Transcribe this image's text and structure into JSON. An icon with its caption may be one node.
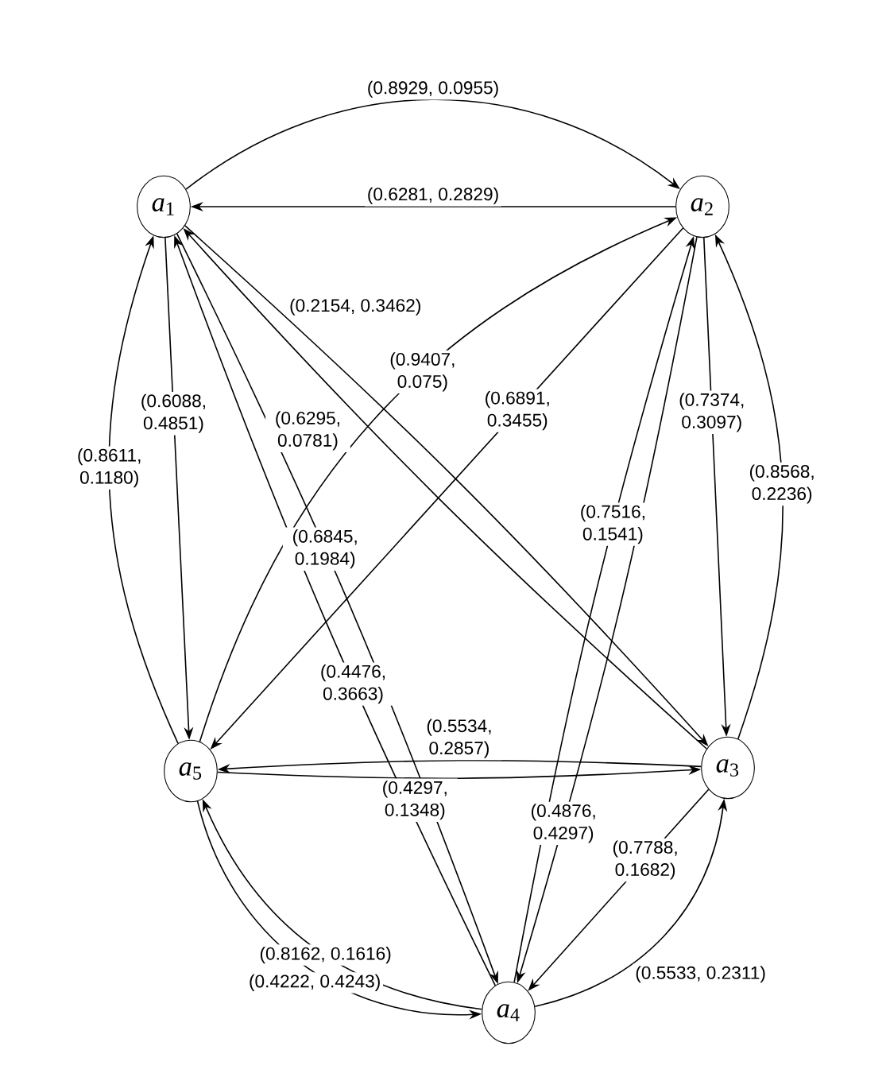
{
  "diagram": {
    "nodes": [
      {
        "text": [
          "*a*$_{1}$"
        ]
      },
      {
        "text": [
          "*a*$_{2}$"
        ]
      },
      {
        "text": [
          "*a*$_{5}$"
        ]
      },
      {
        "text": [
          "*a*$_{3}$"
        ]
      },
      {
        "text": [
          "*a*$_{4}$"
        ]
      }
    ],
    "edges": [
      {
        "from": 0,
        "to": 1,
        "arrow": "to",
        "label": "(0.8929, 0.0955)"
      },
      {
        "from": 1,
        "to": 0,
        "arrow": "to",
        "label": "(0.6281, 0.2829)"
      },
      {
        "from": 0,
        "to": 3,
        "arrow": "to",
        "label": "(0.2154, 0.3462)"
      },
      {
        "from": 3,
        "to": 0,
        "arrow": "to",
        "label": "(0.6295, 0.0781)"
      },
      {
        "from": 2,
        "to": 0,
        "arrow": "to",
        "label": "(0.8611, 0.1180)"
      },
      {
        "from": 0,
        "to": 2,
        "arrow": "to",
        "label": "(0.6088, 0.4851)"
      },
      {
        "from": 0,
        "to": 4,
        "arrow": "to",
        "label": "(0.6845, 0.1984)"
      },
      {
        "from": 4,
        "to": 0,
        "arrow": "to",
        "label": "(0.4476, 0.3663)"
      },
      {
        "from": 2,
        "to": 1,
        "arrow": "to",
        "label": "(0.9407, 0.075)"
      },
      {
        "from": 1,
        "to": 2,
        "arrow": "to",
        "label": "(0.6891, 0.3455)"
      },
      {
        "from": 4,
        "to": 1,
        "arrow": "to",
        "label": "(0.7516, 0.1541)"
      },
      {
        "from": 1,
        "to": 4,
        "arrow": "to",
        "label": "(0.4876, 0.4297)"
      },
      {
        "from": 1,
        "to": 3,
        "arrow": "to",
        "label": "(0.7374, 0.3097)"
      },
      {
        "from": 3,
        "to": 1,
        "arrow": "to",
        "label": "(0.8568, 0.2236)"
      },
      {
        "from": 3,
        "to": 2,
        "arrow": "to",
        "label": "(0.5534, 0.2857)"
      },
      {
        "from": 2,
        "to": 3,
        "arrow": "to",
        "label": "(0.4297, 0.1348)"
      },
      {
        "from": 3,
        "to": 4,
        "arrow": "to",
        "label": "(0.7788, 0.1682)"
      },
      {
        "from": 4,
        "to": 3,
        "arrow": "to",
        "label": "(0.5533, 0.2311)"
      },
      {
        "from": 4,
        "to": 2,
        "arrow": "to",
        "label": "(0.8162, 0.1616)"
      },
      {
        "from": 2,
        "to": 4,
        "arrow": "to",
        "label": "(0.4222, 0.4243)"
      }
    ]
  }
}
